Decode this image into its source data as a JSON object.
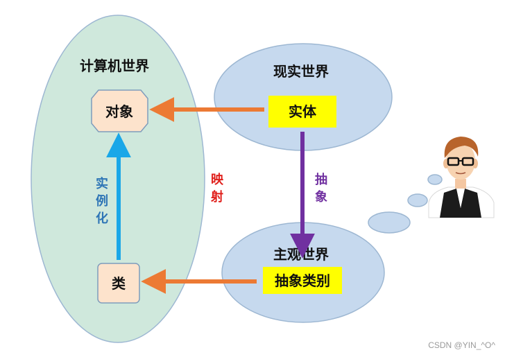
{
  "regions": {
    "computer_world": "计算机世界",
    "real_world": "现实世界",
    "subjective_world": "主观世界"
  },
  "nodes": {
    "object": "对象",
    "entity": "实体",
    "class": "类",
    "abstract_category": "抽象类别"
  },
  "edge_labels": {
    "instantiate": [
      "实",
      "例",
      "化"
    ],
    "mapping": [
      "映",
      "射"
    ],
    "abstract": [
      "抽",
      "象"
    ]
  },
  "watermark": "CSDN @YIN_^O^",
  "colors": {
    "left_ellipse": "#cfe8dc",
    "right_ellipse": "#c6d9ee",
    "ellipse_stroke": "#9db7d2",
    "node_fill": "#fde3cc",
    "highlight": "#ffff00",
    "orange_arrow": "#ec7a34",
    "blue_arrow": "#1aa7e8",
    "purple_arrow": "#7030a0",
    "mapping_text": "#e0201c",
    "instantiate_text": "#2e75b6"
  }
}
